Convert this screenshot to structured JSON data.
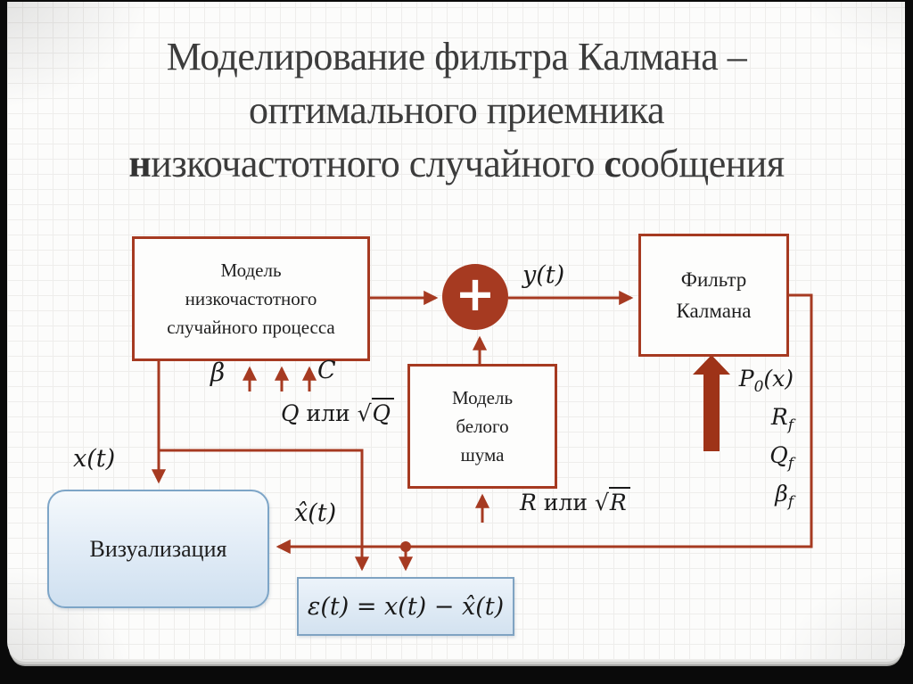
{
  "title": {
    "line1": "Моделирование фильтра Калмана –",
    "line2": "оптимального приемника",
    "line3_bold1": "н",
    "line3_text1": "изкочастотного случайного ",
    "line3_bold2": "с",
    "line3_text2": "ообщения"
  },
  "diagram": {
    "model_box": {
      "line1": "Модель",
      "line2": "низкочастотного",
      "line3": "случайного процесса"
    },
    "sum_node": {
      "symbol": "+"
    },
    "kalman_box": {
      "line1": "Фильтр",
      "line2": "Калмана"
    },
    "noise_box": {
      "line1": "Модель",
      "line2": "белого",
      "line3": "шума"
    },
    "viz_box": {
      "label": "Визуализация"
    },
    "eps_box": {
      "formula": "ε(t) = x(t) − x̂(t)"
    },
    "labels": {
      "y_signal": "y(t)",
      "x_signal": "x(t)",
      "x_hat_signal": "x̂(t)",
      "beta": "β",
      "c": "C",
      "q_var": "Q",
      "q_mid": " или ",
      "q_radicand": "Q",
      "r_var": "R",
      "r_mid": " или ",
      "r_radicand": "R"
    },
    "kalman_params": [
      {
        "base": "P",
        "sub": "0",
        "tail": "(x)"
      },
      {
        "base": "R",
        "sub": "f",
        "tail": ""
      },
      {
        "base": "Q",
        "sub": "f",
        "tail": ""
      },
      {
        "base": "β",
        "sub": "f",
        "tail": ""
      }
    ]
  },
  "colors": {
    "accent_red": "#A63A21",
    "block_arrow_red": "#9E3318",
    "blue_border": "#7DA5C7",
    "blue_fill_top": "#F5F9FC",
    "blue_fill_bottom": "#CFE0F0",
    "title_text": "#3C3C3C",
    "body_text": "#1F1F1F"
  }
}
